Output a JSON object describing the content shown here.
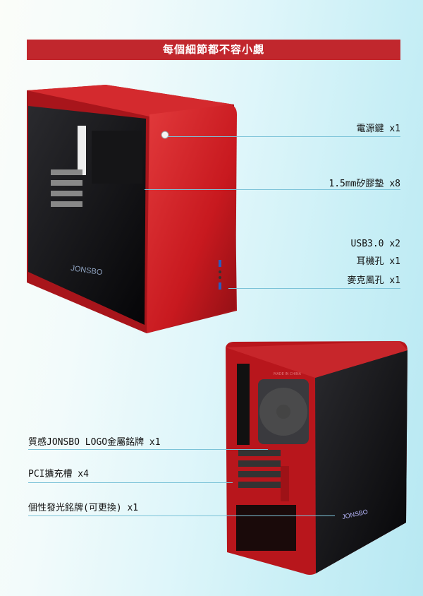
{
  "banner": {
    "title": "每個細節都不容小覷"
  },
  "front_callouts": [
    {
      "label": "電源鍵 x1"
    },
    {
      "label": "1.5mm矽膠墊 x8"
    },
    {
      "label": "USB3.0 x2"
    },
    {
      "label": "耳機孔 x1"
    },
    {
      "label": "麥克風孔 x1"
    }
  ],
  "rear_callouts": [
    {
      "label": "質感JONSBO LOGO金屬銘牌 x1"
    },
    {
      "label": "PCI擴充槽 x4"
    },
    {
      "label": "個性發光銘牌(可更換) x1"
    }
  ],
  "product": {
    "brand_logo": "JONSBO",
    "rear_text": "MADE IN CHINA"
  },
  "colors": {
    "accent": "#c1272d",
    "case_red": "#c8191f",
    "callout_line": "#7cc3d8"
  }
}
